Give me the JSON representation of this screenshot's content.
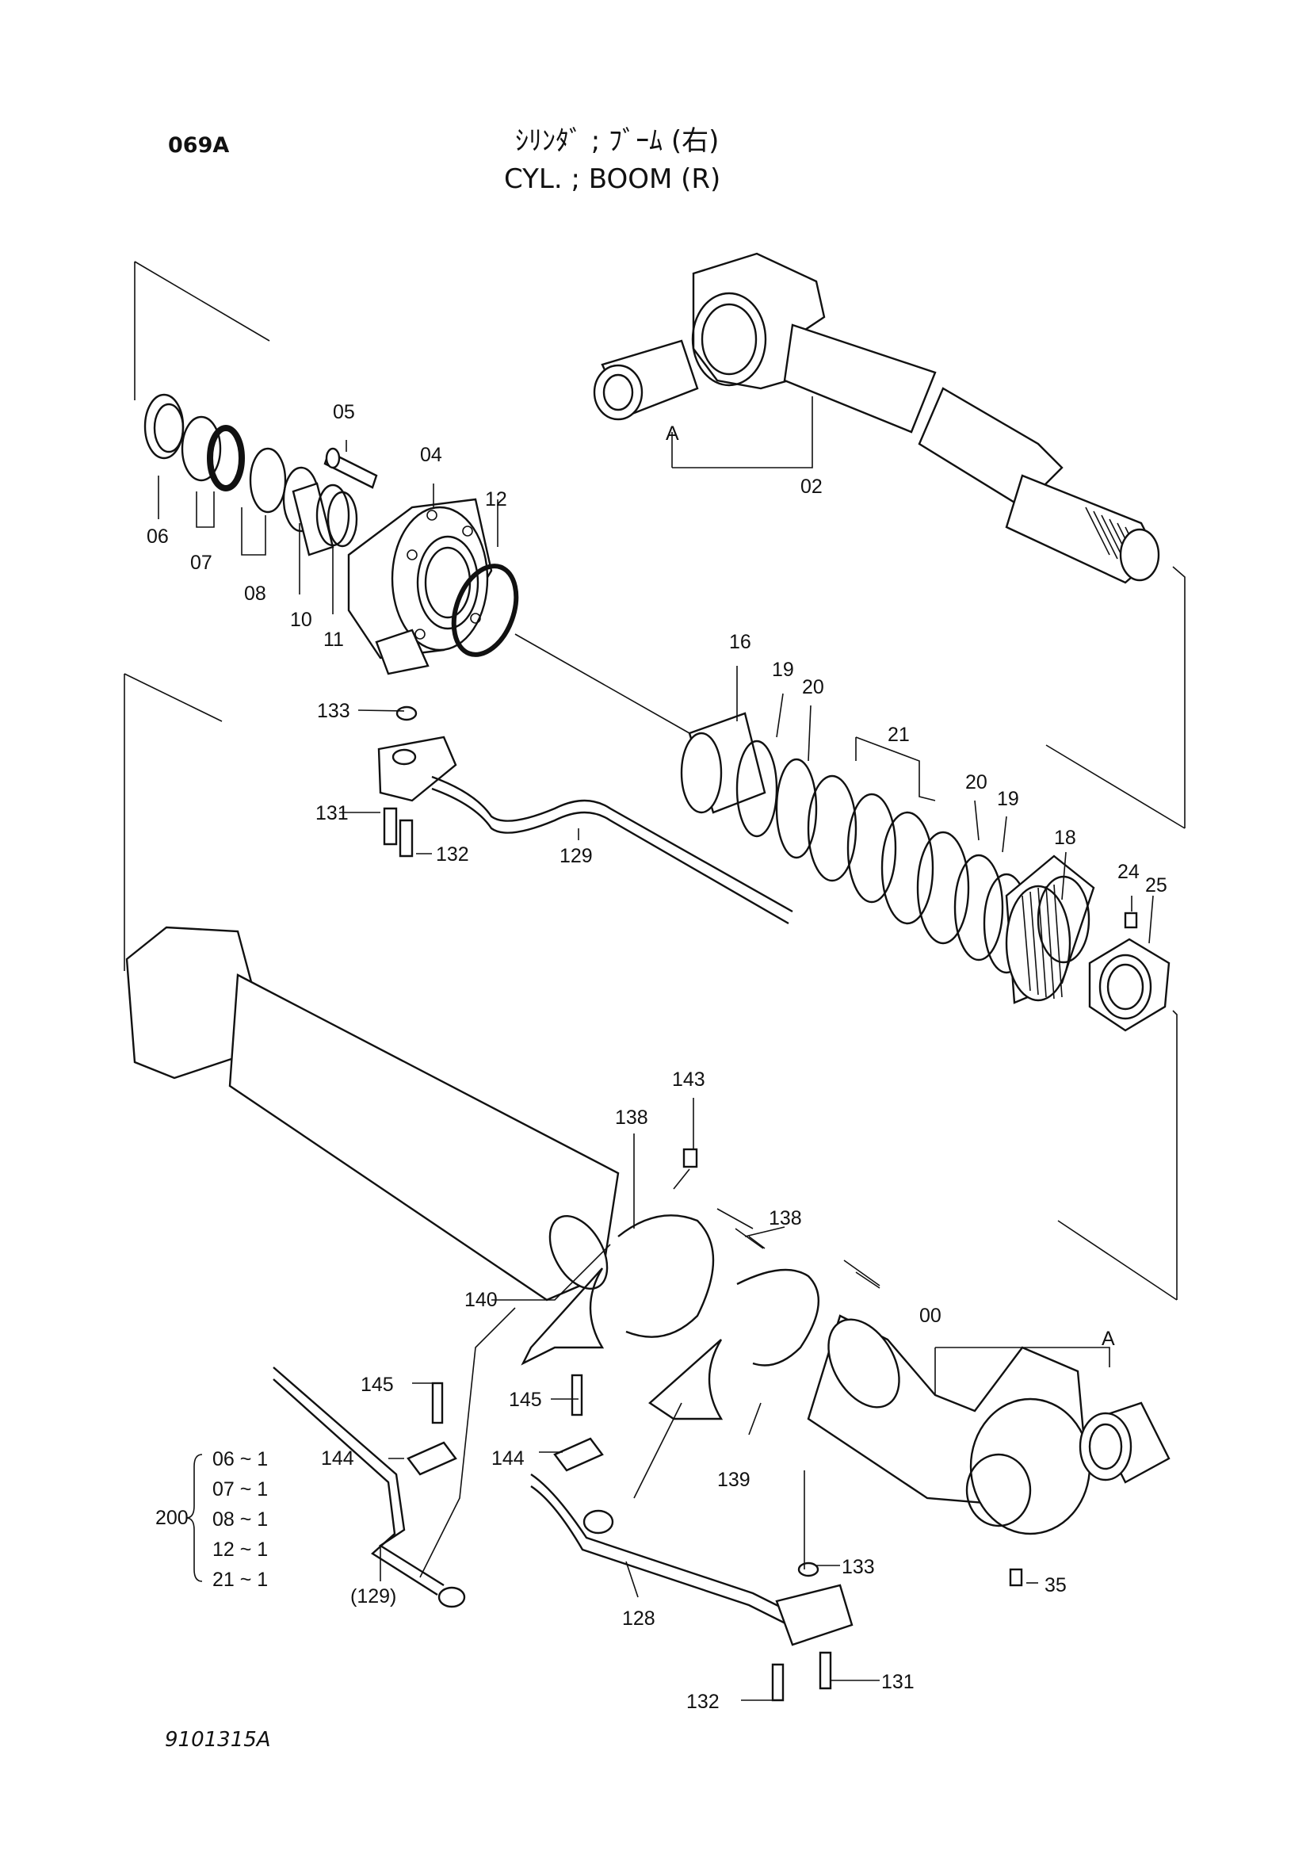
{
  "header": {
    "code": "069A",
    "title_jp": "ｼﾘﾝﾀﾞ ; ﾌﾞｰﾑ (右)",
    "title_en": "CYL. ; BOOM (R)"
  },
  "footer": {
    "drawing_number": "9101315A"
  },
  "callouts": {
    "c00": "00",
    "c02": "02",
    "c04": "04",
    "c05": "05",
    "c06": "06",
    "c07": "07",
    "c08": "08",
    "c10": "10",
    "c11": "11",
    "c12": "12",
    "c16": "16",
    "c18": "18",
    "c19a": "19",
    "c19b": "19",
    "c20a": "20",
    "c20b": "20",
    "c21": "21",
    "c24": "24",
    "c25": "25",
    "c35": "35",
    "c128": "128",
    "c129": "129",
    "c129p": "(129)",
    "c131a": "131",
    "c131b": "131",
    "c132a": "132",
    "c132b": "132",
    "c133a": "133",
    "c133b": "133",
    "c138a": "138",
    "c138b": "138",
    "c139": "139",
    "c140": "140",
    "c143": "143",
    "c144a": "144",
    "c144b": "144",
    "c145a": "145",
    "c145b": "145",
    "refA1": "A",
    "refA2": "A"
  },
  "seal_kit": {
    "label": "200",
    "items": [
      "06 ~ 1",
      "07 ~ 1",
      "08 ~ 1",
      "12 ~ 1",
      "21 ~ 1"
    ]
  }
}
